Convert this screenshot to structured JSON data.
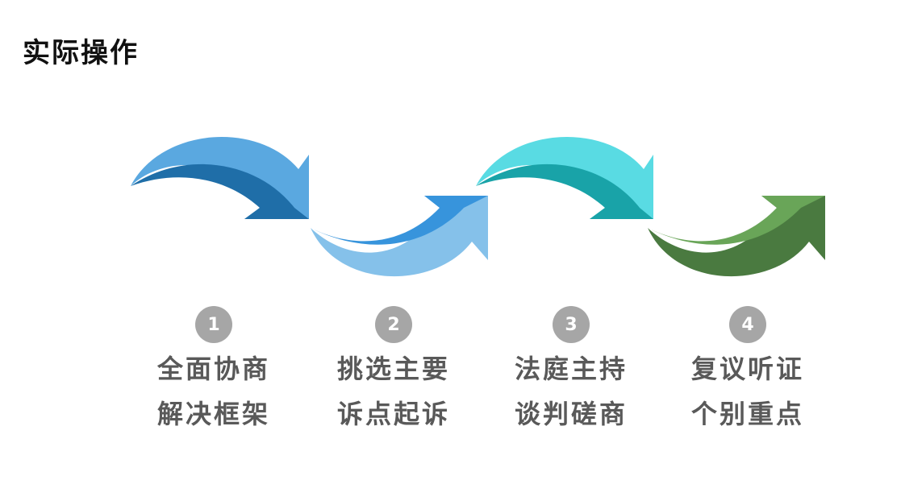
{
  "title": "实际操作",
  "colors": {
    "arrow1": [
      "#5aa8e0",
      "#1f6ea8"
    ],
    "arrow2": [
      "#3794dc",
      "#85c1ea"
    ],
    "arrow3": [
      "#59dbe3",
      "#19a3a8"
    ],
    "arrow4": [
      "#69a558",
      "#4a7a40"
    ],
    "badge": "#a6a6a6",
    "text": "#595959"
  },
  "steps": [
    {
      "number": "1",
      "line1": "全面协商",
      "line2": "解决框架"
    },
    {
      "number": "2",
      "line1": "挑选主要",
      "line2": "诉点起诉"
    },
    {
      "number": "3",
      "line1": "法庭主持",
      "line2": "谈判磋商"
    },
    {
      "number": "4",
      "line1": "复议听证",
      "line2": "个别重点"
    }
  ]
}
